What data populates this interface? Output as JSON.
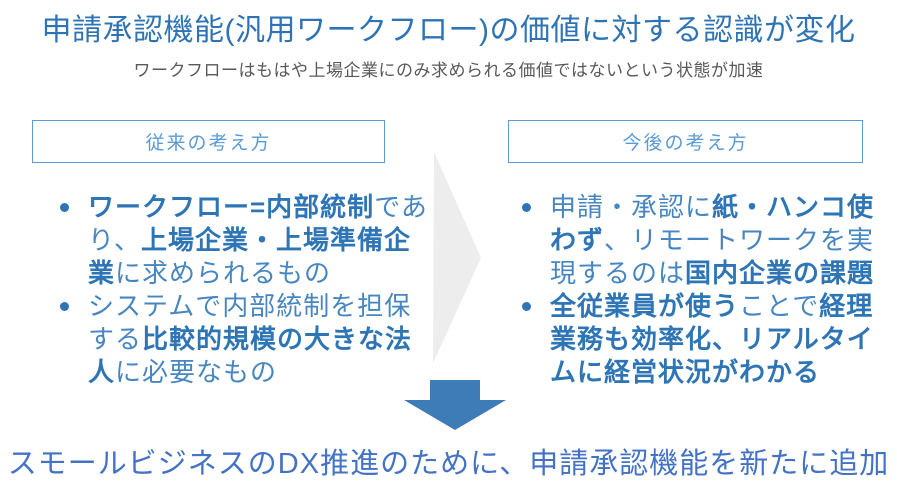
{
  "slide": {
    "title": "申請承認機能(汎用ワークフロー)の価値に対する認識が変化",
    "subtitle": "ワークフローはもはや上場企業にのみ求められる価値ではないという状態が加速",
    "conclusion": "スモールビジネスのDX推進のために、申請承認機能を新たに追加"
  },
  "panels": {
    "left": {
      "header": "従来の考え方",
      "bullets": [
        {
          "segments": [
            {
              "text": "ワークフロー=内部統制",
              "bold": true
            },
            {
              "text": "であり、",
              "bold": false
            },
            {
              "text": "上場企業・上場準備企業",
              "bold": true
            },
            {
              "text": "に求められるもの",
              "bold": false
            }
          ]
        },
        {
          "segments": [
            {
              "text": "システムで内部統制を担保する",
              "bold": false
            },
            {
              "text": "比較的規模の大きな法人",
              "bold": true
            },
            {
              "text": "に必要なもの",
              "bold": false
            }
          ]
        }
      ]
    },
    "right": {
      "header": "今後の考え方",
      "bullets": [
        {
          "segments": [
            {
              "text": "申請・承認に",
              "bold": false
            },
            {
              "text": "紙・ハンコ使わず",
              "bold": true
            },
            {
              "text": "、リモートワークを実現するのは",
              "bold": false
            },
            {
              "text": "国内企業の課題",
              "bold": true
            }
          ]
        },
        {
          "segments": [
            {
              "text": "全従業員が使う",
              "bold": true
            },
            {
              "text": "ことで",
              "bold": false
            },
            {
              "text": "経理業務も効率化、リアルタイムに経営状況がわかる",
              "bold": true
            }
          ]
        }
      ]
    }
  },
  "icons": {
    "transition_chevron": "right-chevron-arrow",
    "conclusion_arrow": "down-arrow"
  },
  "colors": {
    "title_blue": "#2E74B5",
    "subtitle_gray": "#595959",
    "box_border_blue": "#5B9BD5",
    "bullet_regular_blue": "#4786C1",
    "bullet_bold_blue": "#2E75B6",
    "chevron_gray": "#EDEDED",
    "down_arrow_blue": "#3D7CB6",
    "conclusion_blue": "#4472C4"
  }
}
